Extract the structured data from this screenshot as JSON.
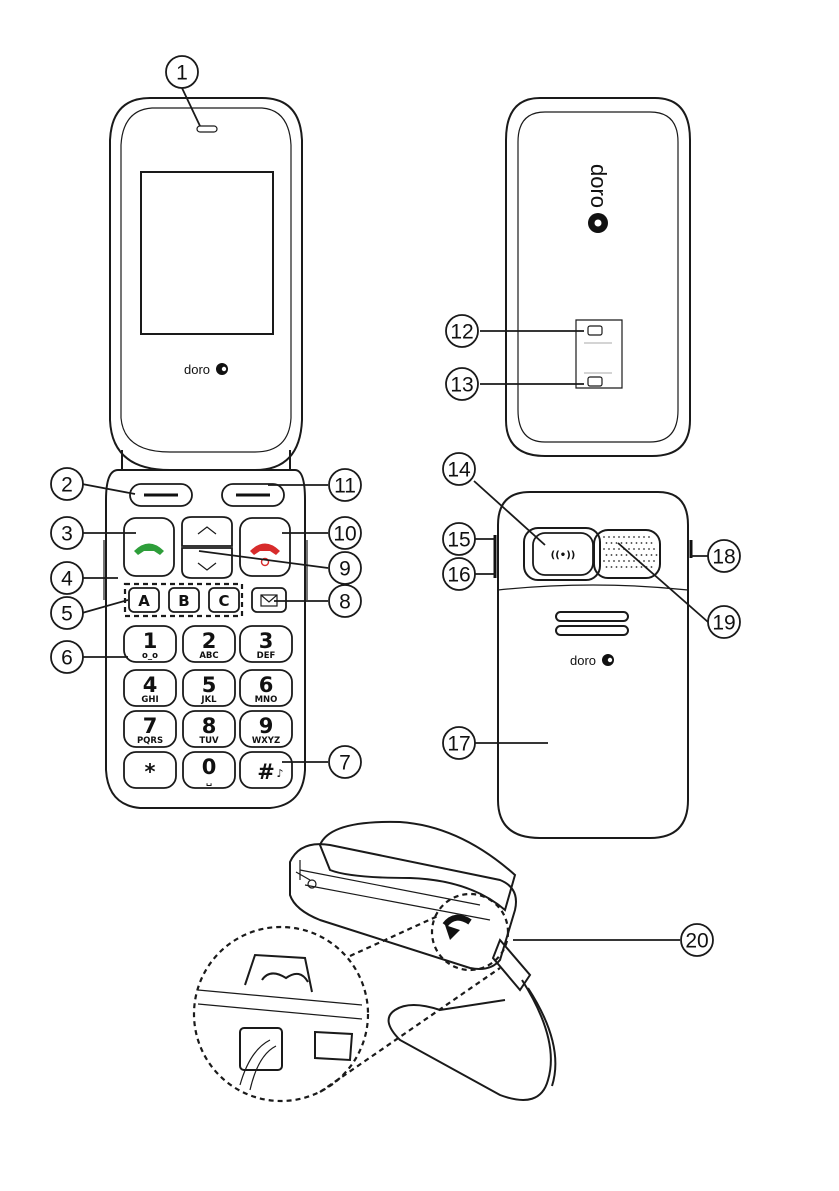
{
  "callouts": [
    {
      "label": "1"
    },
    {
      "label": "2"
    },
    {
      "label": "3"
    },
    {
      "label": "4"
    },
    {
      "label": "5"
    },
    {
      "label": "6"
    },
    {
      "label": "7"
    },
    {
      "label": "8"
    },
    {
      "label": "9"
    },
    {
      "label": "10"
    },
    {
      "label": "11"
    },
    {
      "label": "12"
    },
    {
      "label": "13"
    },
    {
      "label": "14"
    },
    {
      "label": "15"
    },
    {
      "label": "16"
    },
    {
      "label": "17"
    },
    {
      "label": "18"
    },
    {
      "label": "19"
    },
    {
      "label": "20"
    }
  ],
  "brand": "doro",
  "speed_dial": [
    "A",
    "B",
    "C"
  ],
  "keypad": [
    {
      "digit": "1",
      "sub": "o_o"
    },
    {
      "digit": "2",
      "sub": "ABC"
    },
    {
      "digit": "3",
      "sub": "DEF"
    },
    {
      "digit": "4",
      "sub": "GHI"
    },
    {
      "digit": "5",
      "sub": "JKL"
    },
    {
      "digit": "6",
      "sub": "MNO"
    },
    {
      "digit": "7",
      "sub": "PQRS"
    },
    {
      "digit": "8",
      "sub": "TUV"
    },
    {
      "digit": "9",
      "sub": "WXYZ"
    },
    {
      "digit": "*",
      "sub": ""
    },
    {
      "digit": "0",
      "sub": "␣"
    },
    {
      "digit": "#",
      "sub": ""
    }
  ],
  "assist_label": "((•))",
  "colors": {
    "call": "#2e9e3a",
    "end": "#d72b2b",
    "line": "#1a1a1a"
  }
}
